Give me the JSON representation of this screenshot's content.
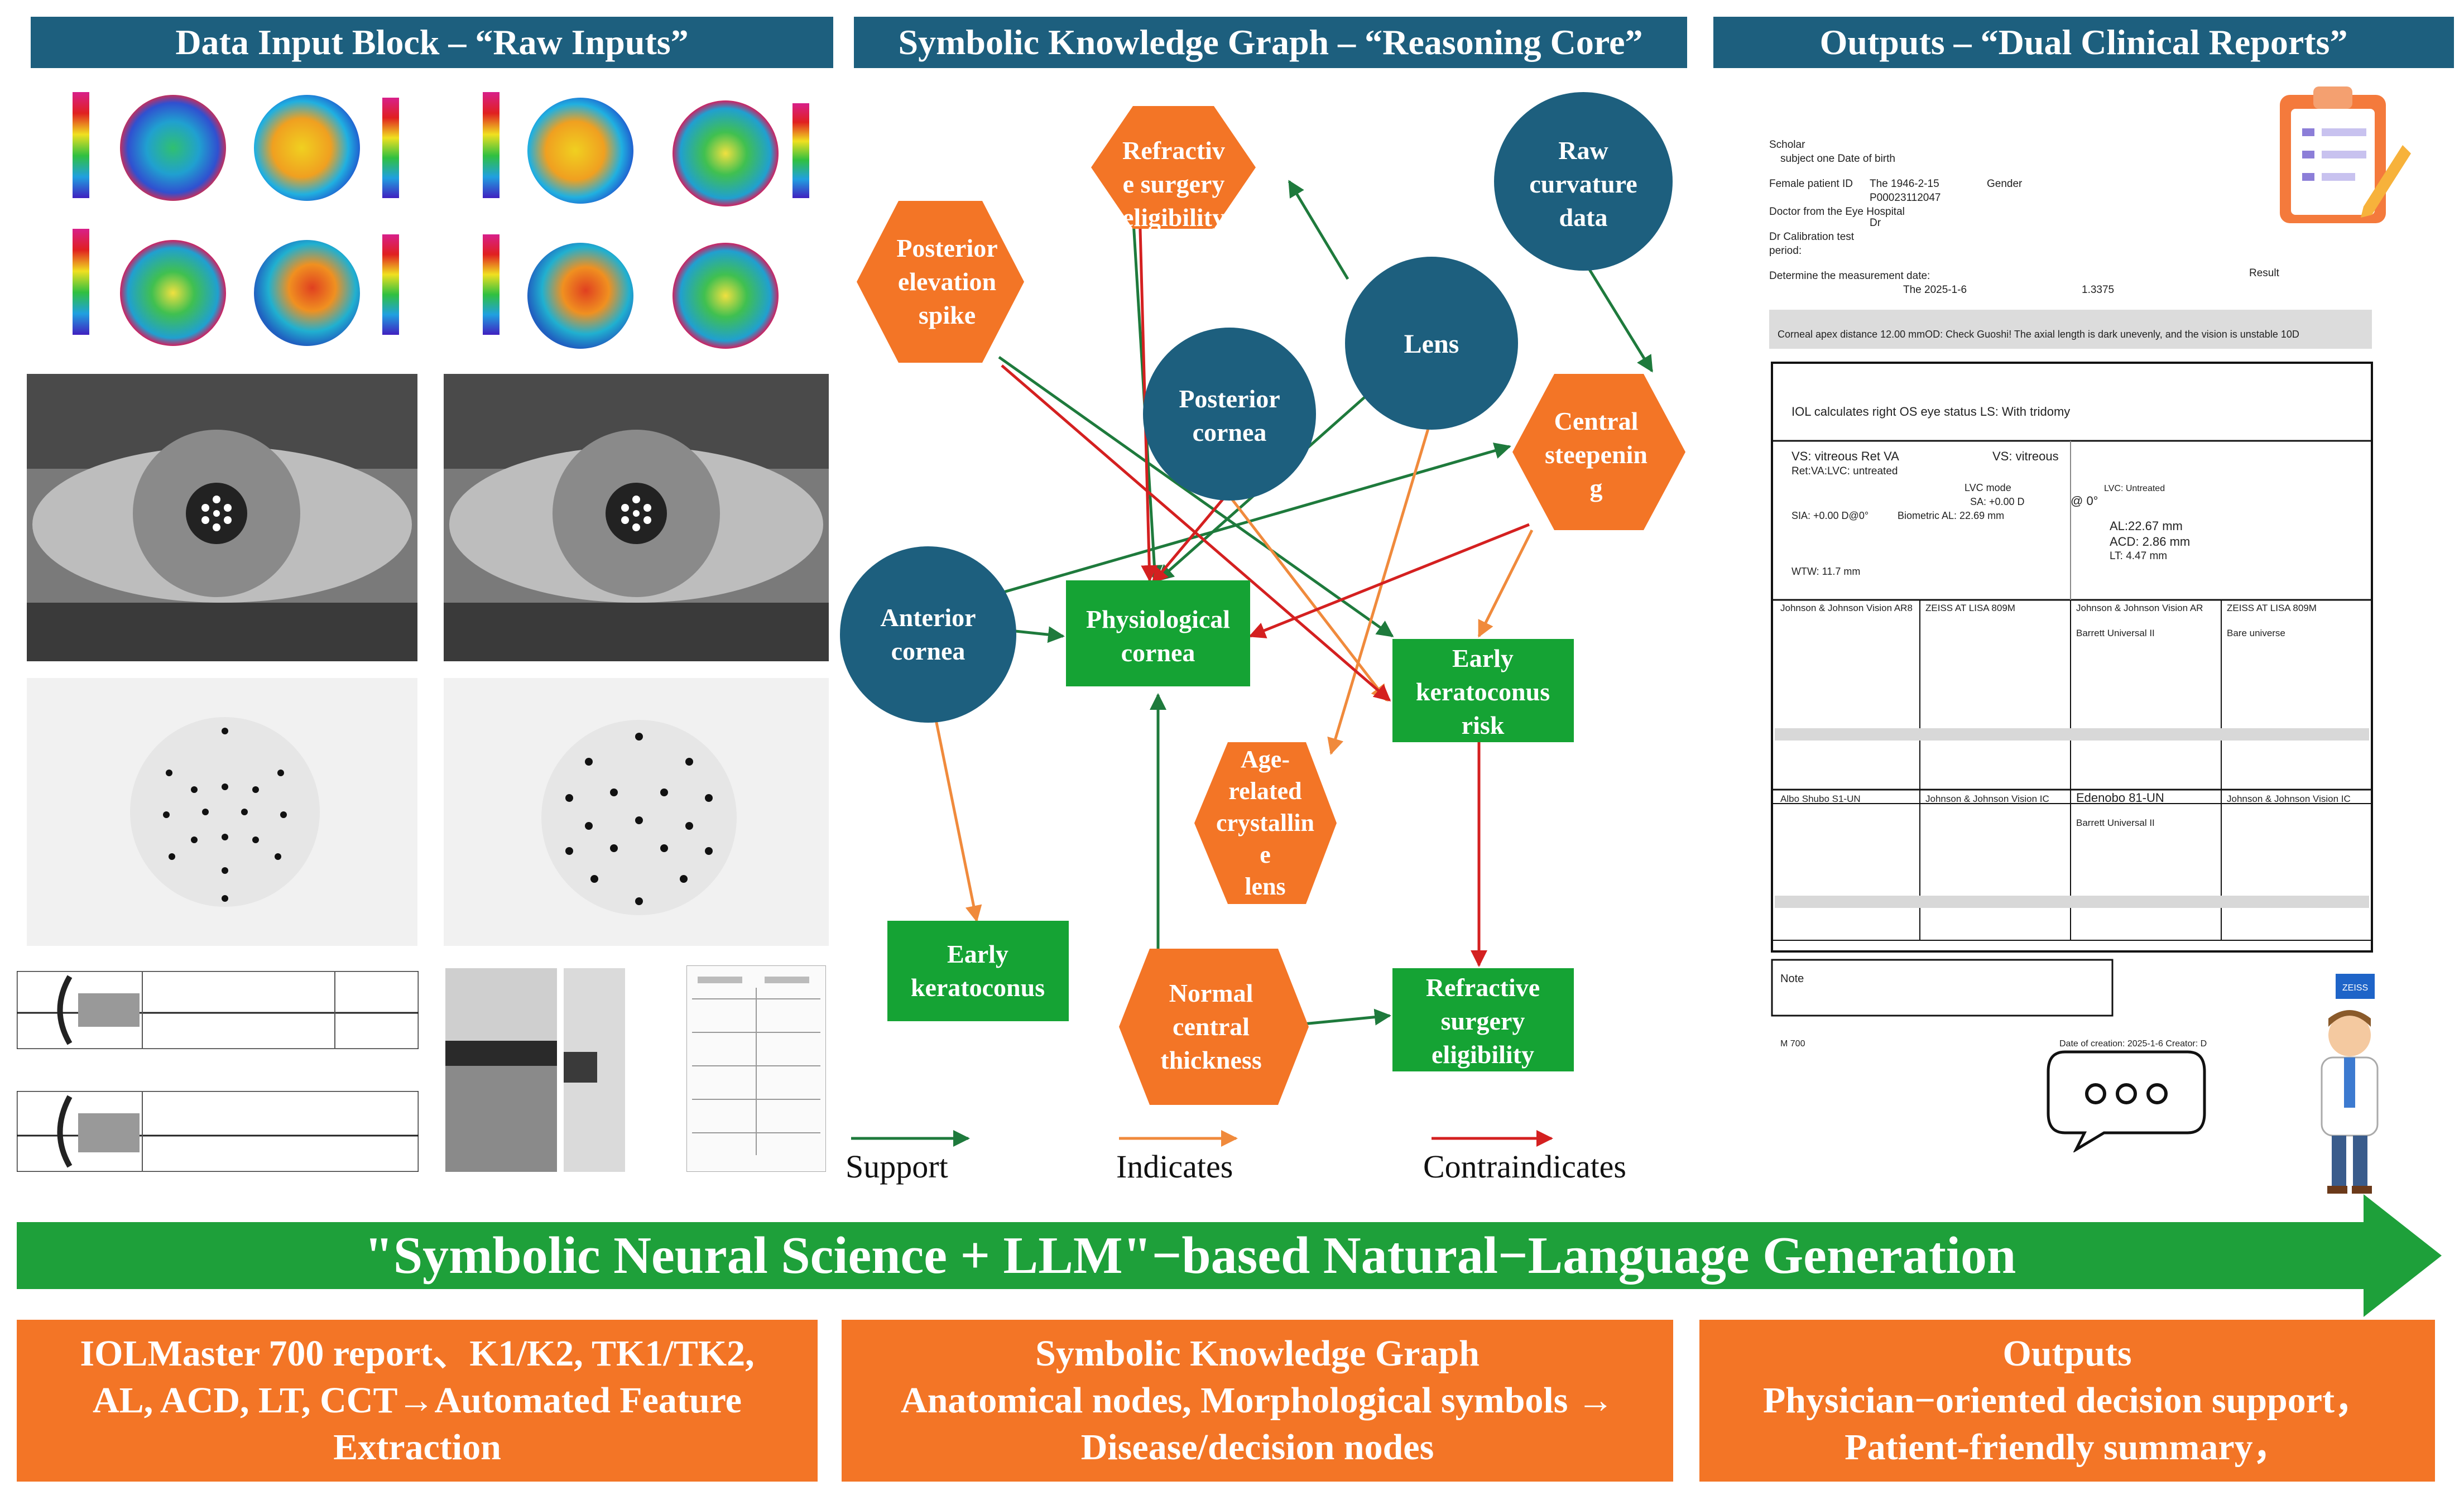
{
  "headers": {
    "input": "Data Input Block – “Raw Inputs”",
    "graph": "Symbolic Knowledge Graph – “Reasoning Core”",
    "outputs": "Outputs – “Dual Clinical Reports”"
  },
  "graph": {
    "nodes": {
      "refractive_top": [
        "Refractiv",
        "e surgery",
        "eligibility"
      ],
      "raw_curvature": [
        "Raw",
        "curvature",
        "data"
      ],
      "posterior_elevation": [
        "Posterior",
        "elevation",
        "spike"
      ],
      "lens": [
        "Lens"
      ],
      "posterior_cornea": [
        "Posterior",
        "cornea"
      ],
      "central_steepening": [
        "Central",
        "steepenin",
        "g"
      ],
      "anterior_cornea": [
        "Anterior",
        "cornea"
      ],
      "physiological_cornea": [
        "Physiological",
        "cornea"
      ],
      "early_kc_risk": [
        "Early",
        "keratoconus",
        "risk"
      ],
      "age_related": [
        "Age-",
        "related",
        "crystallin",
        "e",
        "lens"
      ],
      "early_kc": [
        "Early",
        "keratoconus"
      ],
      "normal_thickness": [
        "Normal",
        "central",
        "thickness"
      ],
      "refractive_bottom": [
        "Refractive",
        "surgery",
        "eligibility"
      ]
    },
    "legend": {
      "support": "Support",
      "indicates": "Indicates",
      "contraindicates": "Contraindicates"
    }
  },
  "report": {
    "lines": [
      "Scholar",
      "subject one Date of birth",
      "Female patient ID",
      "The 1946-2-15",
      "Gender",
      "P00023112047",
      "Doctor from the Eye Hospital",
      "Dr",
      "Dr Calibration test",
      "period:",
      "Determine the measurement date:",
      "The 2025-1-6",
      "Result",
      "1.3375",
      "Corneal apex distance 12.00 mmOD: Check Guoshi! The axial length is dark unevenly, and the vision is unstable 10D",
      "IOL calculates right OS eye status LS: With tridomy",
      "VS: vitreous Ret VA",
      "VS: vitreous",
      "Ret:VA:LVC: untreated",
      "LVC mode",
      "SA: +0.00 D",
      "@ 0°",
      "LVC: Untreated",
      "SIA: +0.00 D@0°",
      "Biometric AL: 22.69 mm",
      "AL:22.67 mm",
      "ACD: 2.86 mm",
      "LT: 4.47 mm",
      "WTW: 11.7 mm",
      "Johnson & Johnson Vision AR8",
      "ZEISS AT LISA 809M",
      "Johnson & Johnson Vision AR",
      "ZEISS AT LISA 809M",
      "Barrett Universal II",
      "Bare universe",
      "Albo Shubo S1-UN",
      "Johnson & Johnson Vision IC",
      "Edenobo 81-UN",
      "Johnson & Johnson Vision IC",
      "Barrett Universal II",
      "Note",
      "M 700",
      "Date of creation: 2025-1-6  Creator: D",
      "ZEISS"
    ]
  },
  "banner": "\"Symbolic Neural Science + LLM\"−based Natural−Language Generation",
  "bottom": {
    "left": [
      "IOLMaster 700 report、K1/K2, TK1/TK2,",
      "AL, ACD, LT, CCT→Automated Feature",
      "Extraction"
    ],
    "middle": [
      "Symbolic Knowledge Graph",
      "Anatomical nodes, Morphological symbols →",
      "Disease/decision nodes"
    ],
    "right": [
      "Outputs",
      "Physician−oriented decision support，",
      "Patient-friendly summary，"
    ]
  },
  "colors": {
    "header_bg": "#1d5f7e",
    "hexagon": "#f37526",
    "circle": "#1d5f7e",
    "rect_node": "#15a334",
    "support": "#1e7a3c",
    "indicates": "#f08a3c",
    "contraindicates": "#d42020",
    "banner": "#1ea03a",
    "bottom_box": "#f37526"
  }
}
